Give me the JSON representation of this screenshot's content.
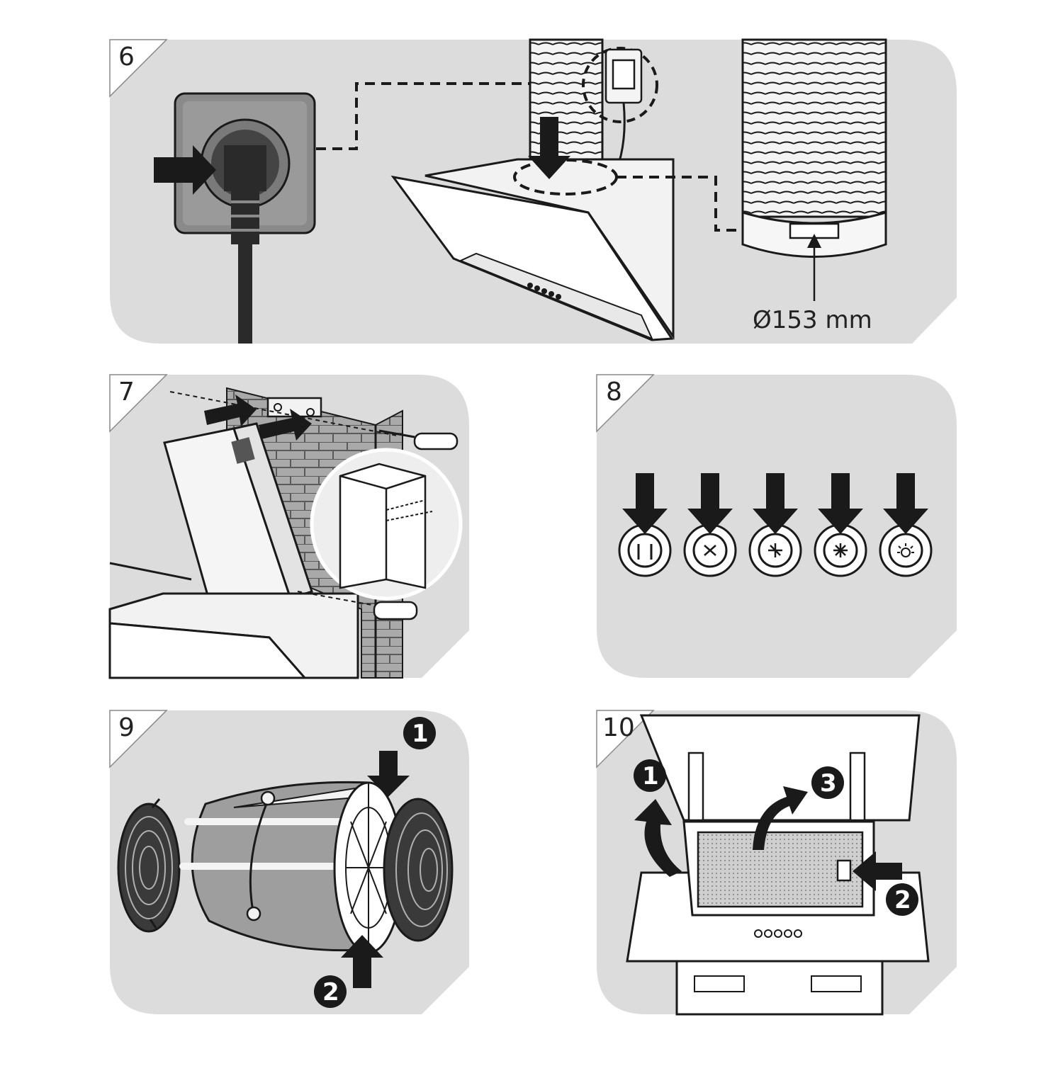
{
  "steps": [
    {
      "number": "6"
    },
    {
      "number": "7"
    },
    {
      "number": "8"
    },
    {
      "number": "9"
    },
    {
      "number": "10"
    }
  ],
  "step6": {
    "diameter_label": "Ø153 mm"
  },
  "step9": {
    "badges": [
      "1",
      "2"
    ]
  },
  "step10": {
    "badges": [
      "1",
      "2",
      "3"
    ]
  },
  "colors": {
    "panel_bg": "#dcdcdc",
    "ink": "#1a1a1a",
    "white": "#ffffff"
  },
  "icons": [
    "plug-icon",
    "socket-icon",
    "arrow-icon",
    "power-button-icon",
    "fan-speed-1-icon",
    "fan-speed-2-icon",
    "fan-speed-3-icon",
    "light-icon",
    "screwdriver-icon"
  ]
}
